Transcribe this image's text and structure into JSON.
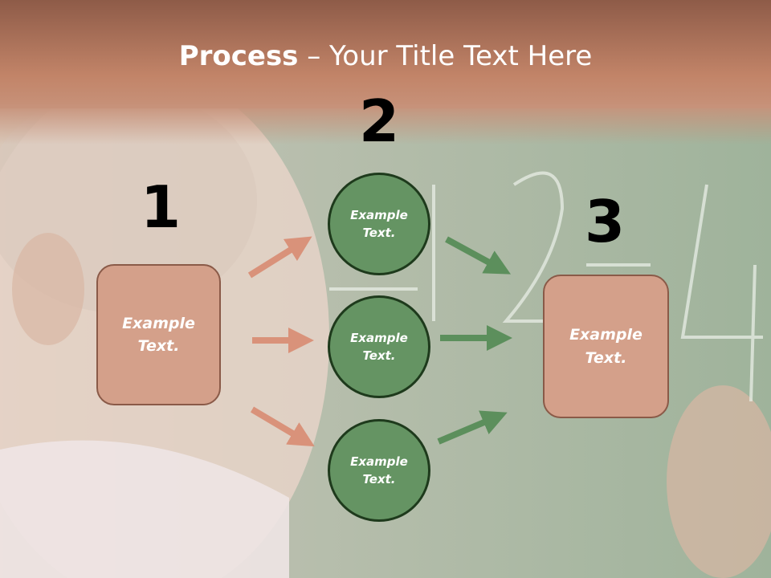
{
  "slide": {
    "title_bold": "Process",
    "title_rest": " – Your Title Text Here",
    "numbers": {
      "one": "1",
      "two": "2",
      "three": "3"
    },
    "left_box": {
      "line1": "Example",
      "line2": "Text."
    },
    "right_box": {
      "line1": "Example",
      "line2": "Text."
    },
    "circles": [
      {
        "line1": "Example",
        "line2": "Text."
      },
      {
        "line1": "Example",
        "line2": "Text."
      },
      {
        "line1": "Example",
        "line2": "Text."
      }
    ]
  },
  "colors": {
    "header_band": "#b8785e",
    "chalkboard": "#aab9a6",
    "box_fill": "#d4a08a",
    "circle_fill": "#659463",
    "arrow_salmon": "#d9927a",
    "arrow_green": "#5c8f5c"
  }
}
